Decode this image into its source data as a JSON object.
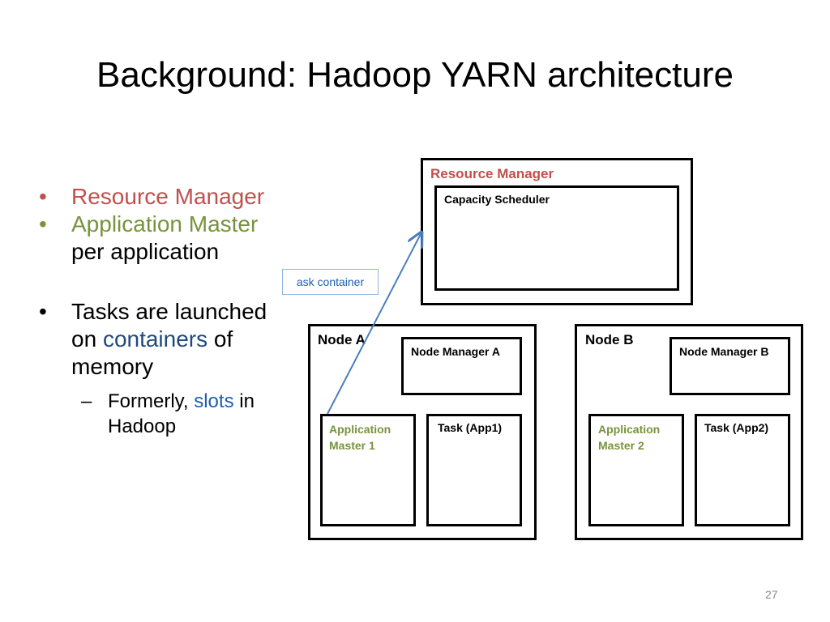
{
  "title": "Background: Hadoop YARN architecture",
  "bullets": {
    "b1": {
      "marker": "•",
      "text": "Resource Manager"
    },
    "b2": {
      "marker": "•",
      "green": "Application Master",
      "rest": " per application"
    },
    "b3": {
      "marker": "•",
      "part1": "Tasks are launched on ",
      "blue": "containers",
      "part2": " of memory"
    },
    "sub": {
      "marker": "–",
      "part1": "Formerly, ",
      "blue": "slots",
      "part2": " in Hadoop"
    }
  },
  "diagram": {
    "resource_manager": {
      "label": "Resource Manager",
      "scheduler": "Capacity Scheduler"
    },
    "ask_container": "ask container",
    "node_a": {
      "label": "Node A",
      "node_manager": "Node Manager A",
      "app_master_line1": "Application",
      "app_master_line2": "Master 1",
      "task": "Task (App1)"
    },
    "node_b": {
      "label": "Node B",
      "node_manager": "Node Manager B",
      "app_master_line1": "Application",
      "app_master_line2": "Master 2",
      "task": "Task (App2)"
    }
  },
  "colors": {
    "resource_manager": "#c0504d",
    "application_master": "#77933c",
    "containers": "#1f497d",
    "arrow": "#4a7ebb"
  },
  "page_number": "27"
}
